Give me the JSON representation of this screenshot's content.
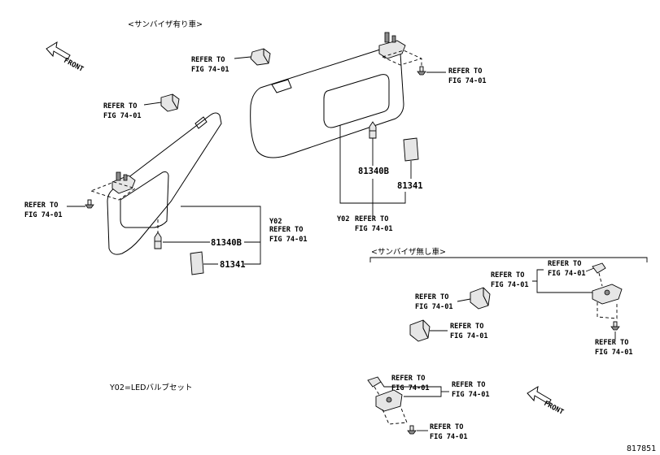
{
  "headers": {
    "with_visor": "<サンバイザ有り車>",
    "without_visor": "<サンバイザ無し車>"
  },
  "front_label": "FRONT",
  "refer_to": "REFER TO",
  "fig_ref": "FIG 74-01",
  "part_numbers": {
    "bulb": "81340B",
    "lens": "81341",
    "set": "Y02"
  },
  "legend": "Y02=LEDバルブセット",
  "diagram_id": "817851"
}
